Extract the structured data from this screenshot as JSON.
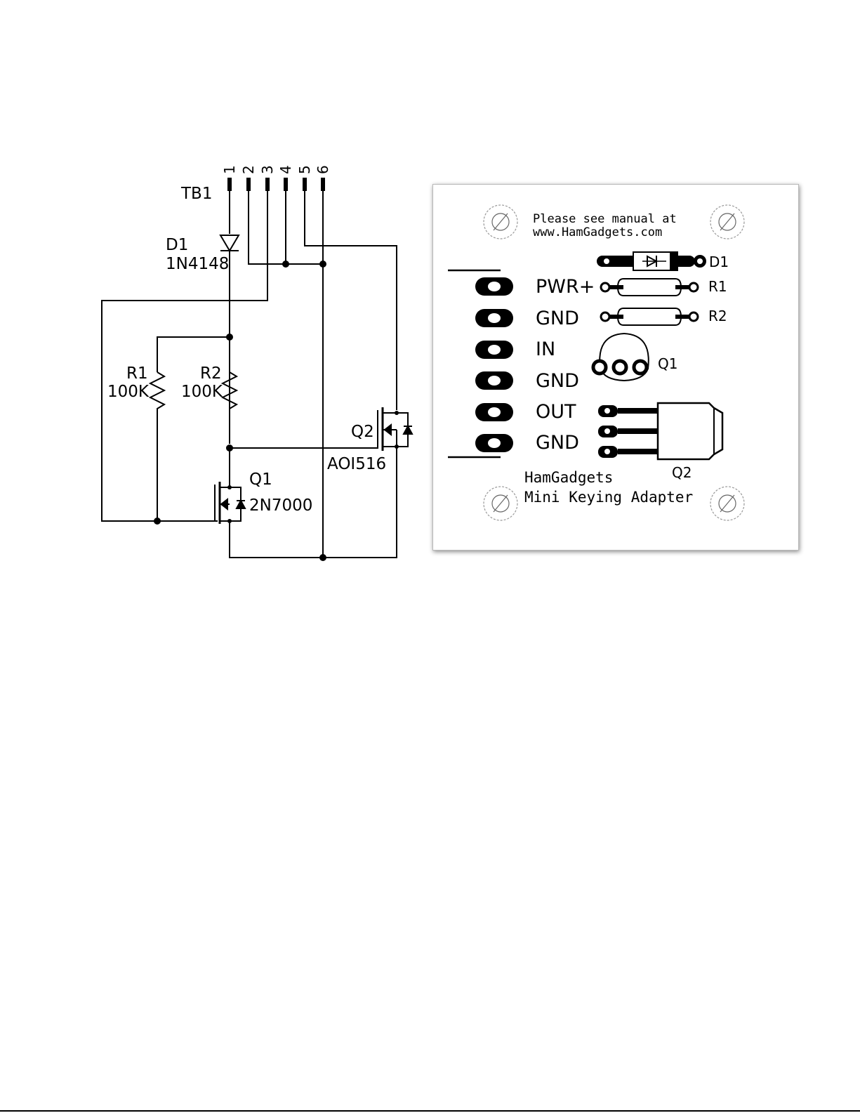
{
  "schematic": {
    "terminal_block": "TB1",
    "pins": [
      "1",
      "2",
      "3",
      "4",
      "5",
      "6"
    ],
    "components": {
      "d1": {
        "ref": "D1",
        "value": "1N4148"
      },
      "r1": {
        "ref": "R1",
        "value": "100K"
      },
      "r2": {
        "ref": "R2",
        "value": "100K"
      },
      "q1": {
        "ref": "Q1",
        "value": "2N7000"
      },
      "q2": {
        "ref": "Q2",
        "value": "AOI516"
      }
    }
  },
  "board": {
    "notice_line1": "Please see manual at",
    "notice_line2": "www.HamGadgets.com",
    "terminals": [
      "PWR+",
      "GND",
      "IN",
      "GND",
      "OUT",
      "GND"
    ],
    "silk": {
      "d1": "D1",
      "r1": "R1",
      "r2": "R2",
      "q1": "Q1",
      "q2": "Q2"
    },
    "brand_line1": "HamGadgets",
    "brand_line2": "Mini Keying Adapter"
  }
}
